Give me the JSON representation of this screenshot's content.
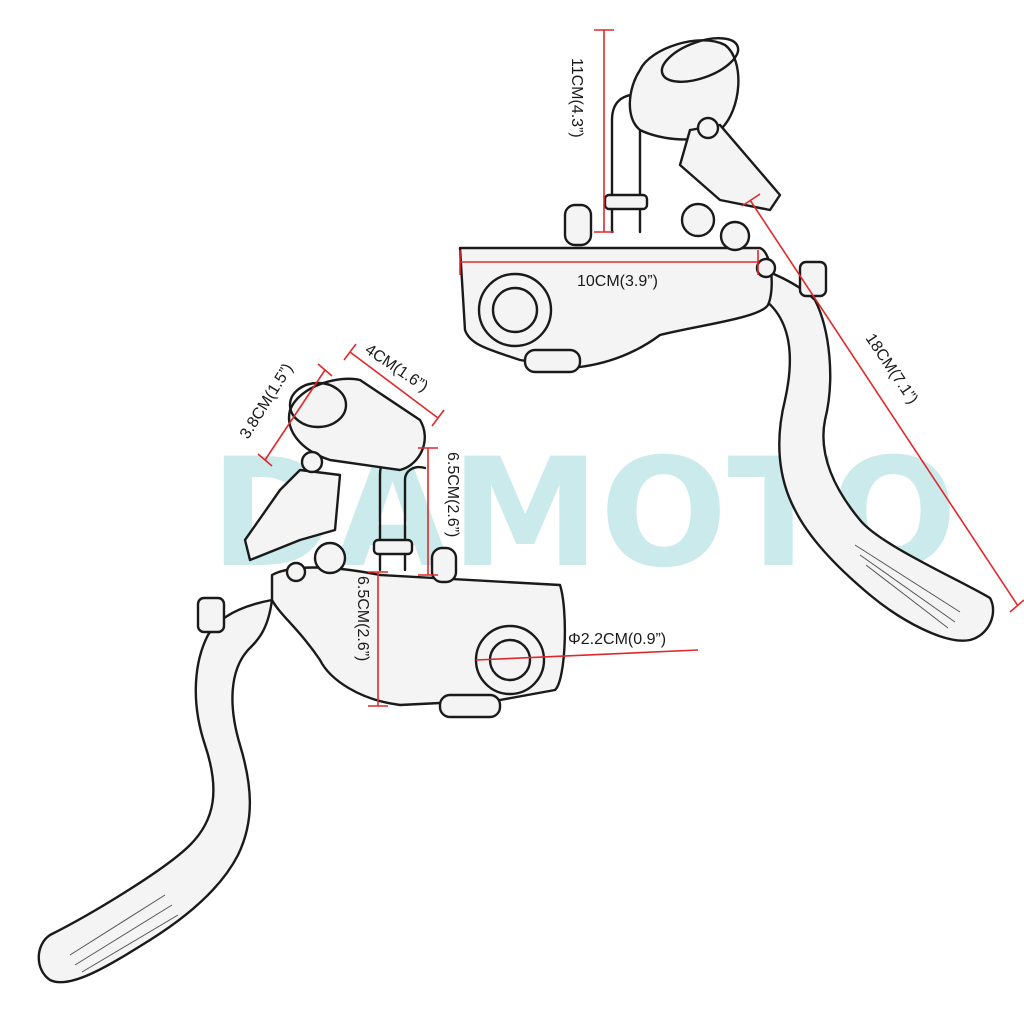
{
  "watermark": {
    "text": "DAMOTO",
    "color": "#9fd9dc"
  },
  "colors": {
    "dimension_line": "#e0282c",
    "outline": "#1a1a1a"
  },
  "dimensions": {
    "top_height": "11CM(4.3”)",
    "top_width": "10CM(3.9”)",
    "lever_length": "18CM(7.1”)",
    "reservoir_height": "3.8CM(1.5”)",
    "reservoir_width": "4CM(1.6”)",
    "hose_height": "6.5CM(2.6”)",
    "body_height": "6.5CM(2.6”)",
    "clamp_diameter": "Φ2.2CM(0.9”)"
  }
}
